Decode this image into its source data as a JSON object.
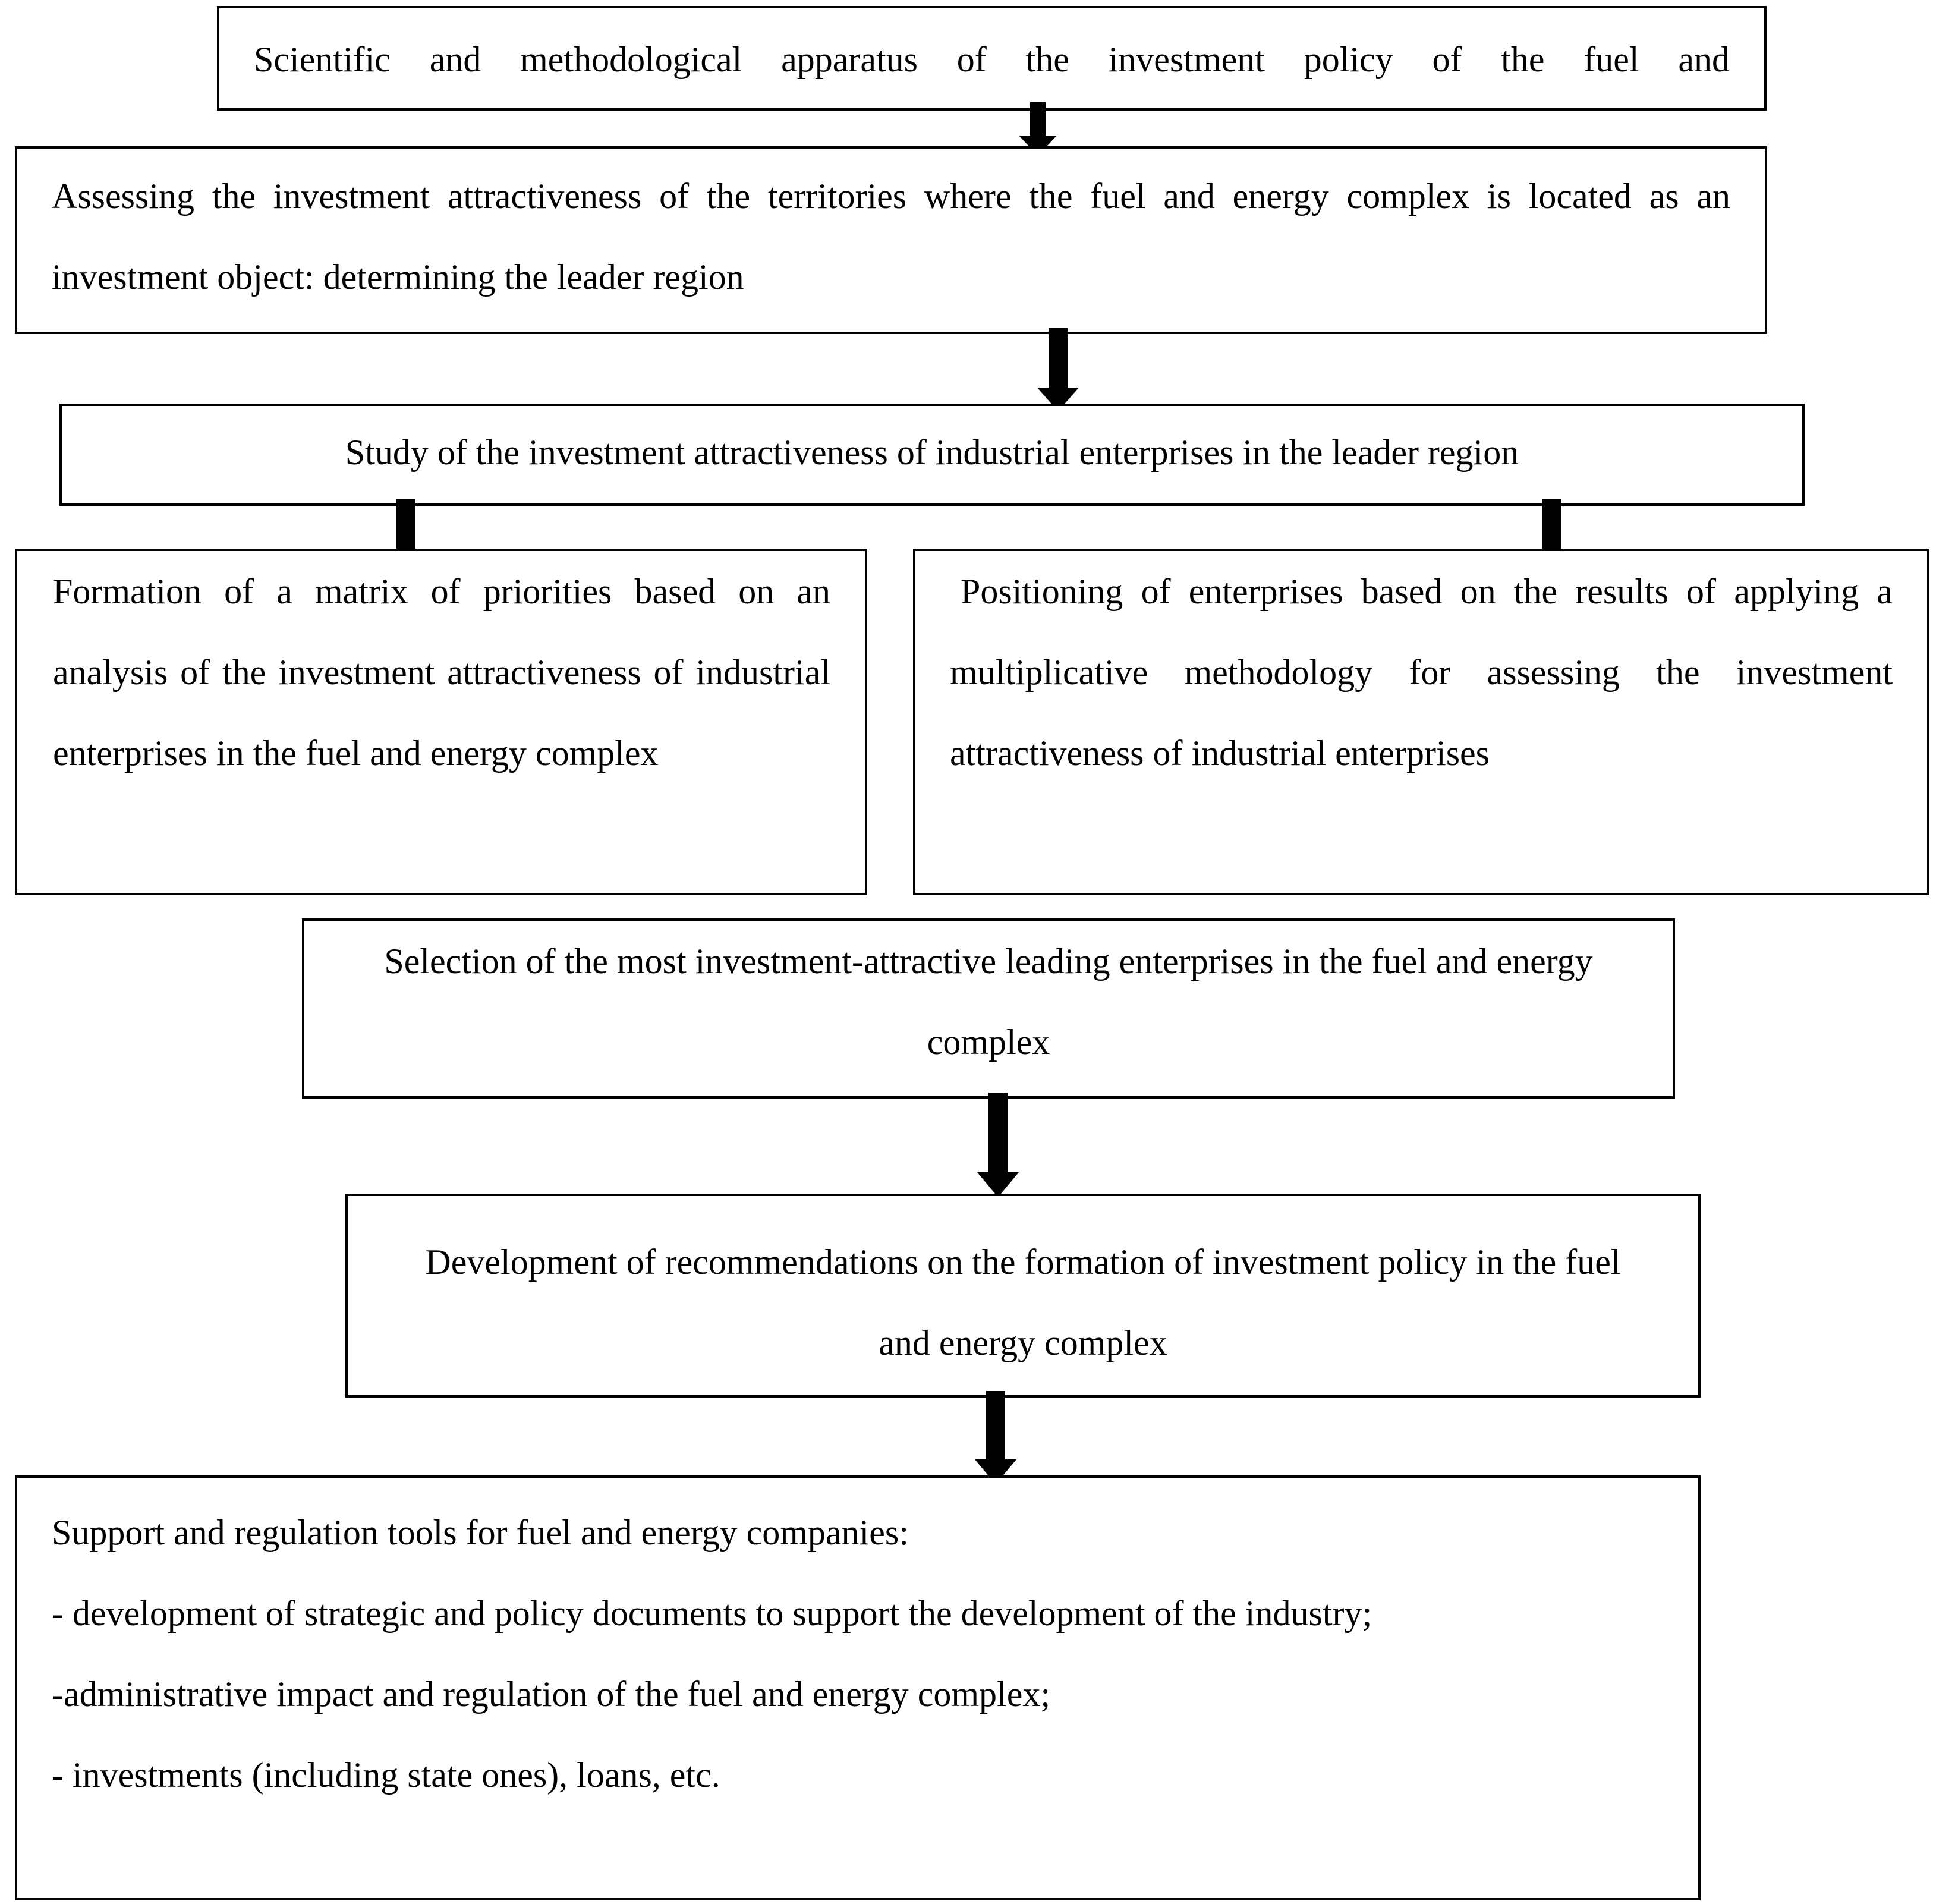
{
  "boxes": {
    "apparatus": "Scientific and methodological apparatus of the investment policy of the fuel and",
    "assessing": "Assessing the investment attractiveness of the territories where the fuel and energy complex is located as an investment object: determining the leader region",
    "study": "Study of the investment attractiveness of industrial enterprises in the leader region",
    "matrix": "Formation of a matrix of priorities based on an analysis of the investment attractiveness of industrial enterprises in the fuel and energy complex",
    "positioning": "Positioning of enterprises based on the results of applying a multiplicative methodology for assessing the investment attractiveness of industrial enterprises",
    "selection": "Selection of the most investment-attractive leading enterprises in the fuel and energy complex",
    "recommendations": "Development of recommendations on the formation of investment policy in the fuel and energy complex",
    "tools": {
      "heading": "Support and regulation tools for fuel and energy companies:",
      "items": [
        "- development of strategic and policy documents to support the development of the industry;",
        "-administrative impact and regulation of the fuel and energy complex;",
        "- investments (including state ones), loans, etc."
      ]
    }
  },
  "colors": {
    "border": "#000000",
    "arrow": "#000000",
    "background": "#ffffff"
  }
}
